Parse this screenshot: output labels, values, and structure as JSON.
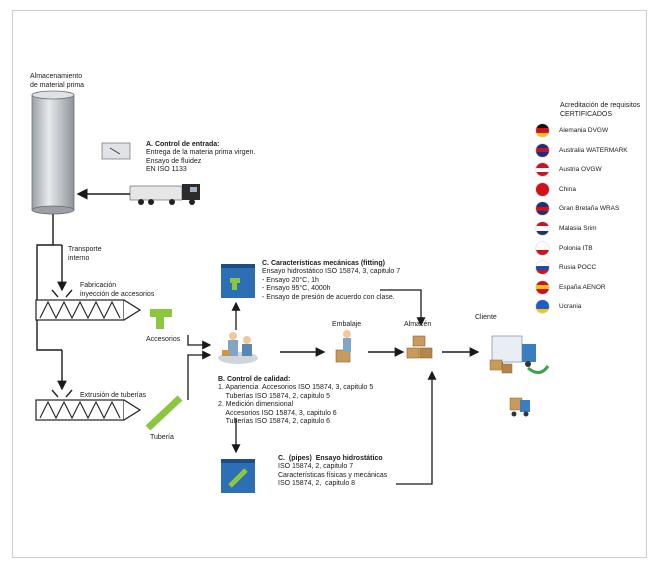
{
  "storage": {
    "label": "Almacenamiento\nde material prima"
  },
  "control_a": {
    "title": "A. Control de entrada:",
    "body": "Entrega de la materia prima virgen.\nEnsayo de fluidez\nEN ISO 1133"
  },
  "transport": {
    "label": "Transporte\ninterno"
  },
  "fabrication": {
    "label": "Fabricación\ninyección de accesorios"
  },
  "accessories": {
    "label": "Accesorios"
  },
  "extrusion": {
    "label": "Extrusión de tuberías"
  },
  "pipe": {
    "label": "Tubería"
  },
  "control_c_fitting": {
    "title": "C. Características mecánicas (fitting)",
    "body": "Ensayo hidrostático ISO 15874, 3, capitulo 7\n- Ensayo 20°C, 1h\n- Ensayo 95°C, 4000h\n- Ensayo de presión de acuerdo con clase."
  },
  "packaging": {
    "label": "Embalaje"
  },
  "warehouse": {
    "label": "Almacén"
  },
  "client": {
    "label": "Cliente"
  },
  "control_b": {
    "title": "B. Control de calidad:",
    "body": "1. Apariencia  Accesorios ISO 15874, 3, capitulo 5\n    Tuberías ISO 15874, 2, capitulo 5\n2. Medición dimensional\n    Accesorios ISO 15874, 3, capitulo 6\n    Tuberías ISO 15874, 2, capitulo 6"
  },
  "control_c_pipes": {
    "title": "C.  (pipes)  Ensayo hidrostático",
    "body": "ISO 15874, 2, capitulo 7\nCaracterísticas físicas y mecánicas\nISO 15874, 2,  capitulo 8"
  },
  "legend": {
    "title": "Acreditación de requisitos\nCERTIFICADOS",
    "items": [
      {
        "label": "Alemania DVGW",
        "colors": [
          "#111111",
          "#d1121b",
          "#f3c700"
        ]
      },
      {
        "label": "Australia WATERMARK",
        "colors": [
          "#1f2e7a",
          "#c8102e",
          "#1f2e7a"
        ]
      },
      {
        "label": "Austria OVGW",
        "colors": [
          "#d1121b",
          "#ffffff",
          "#d1121b"
        ]
      },
      {
        "label": "China",
        "colors": [
          "#d1121b",
          "#d1121b",
          "#d1121b"
        ]
      },
      {
        "label": "Gran Bretaña WRAS",
        "colors": [
          "#1f2e7a",
          "#d1121b",
          "#1f2e7a"
        ]
      },
      {
        "label": "Malasia Srim",
        "colors": [
          "#c8102e",
          "#ffffff",
          "#1f2e7a"
        ]
      },
      {
        "label": "Polonia ITB",
        "colors": [
          "#ffffff",
          "#ffffff",
          "#d1121b"
        ]
      },
      {
        "label": "Rusia POCC",
        "colors": [
          "#ffffff",
          "#1f4ba8",
          "#d1121b"
        ]
      },
      {
        "label": "España AENOR",
        "colors": [
          "#c8102e",
          "#f3c700",
          "#c8102e"
        ]
      },
      {
        "label": "Ucrania",
        "colors": [
          "#1f5cc7",
          "#1f5cc7",
          "#f3c700"
        ]
      }
    ]
  }
}
